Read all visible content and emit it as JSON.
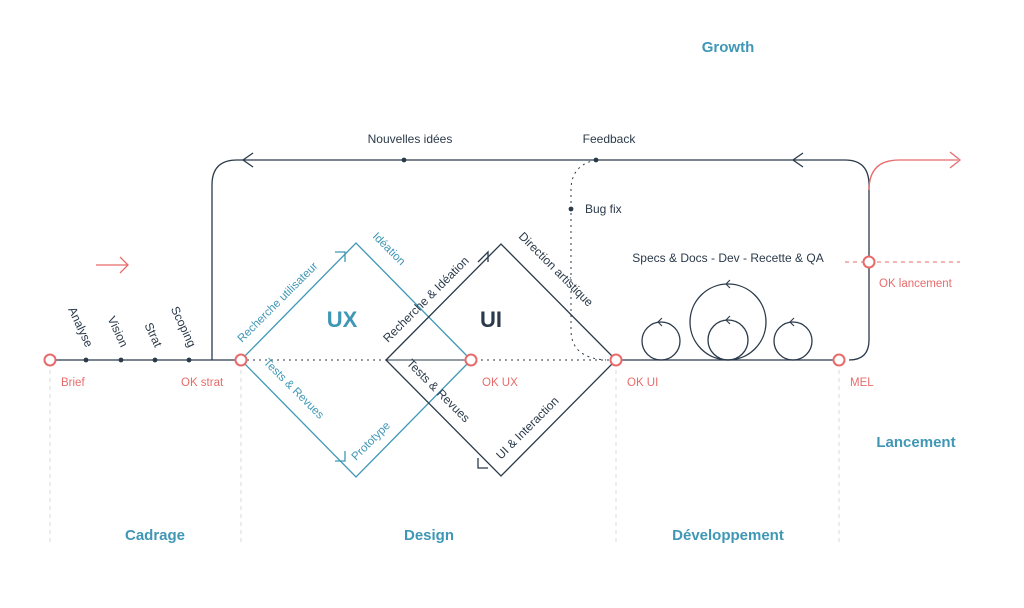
{
  "phases": {
    "cadrage": "Cadrage",
    "design": "Design",
    "developpement": "Développement",
    "lancement": "Lancement",
    "growth": "Growth"
  },
  "milestones": {
    "brief": "Brief",
    "ok_strat": "OK strat",
    "ok_ux": "OK UX",
    "ok_ui": "OK UI",
    "mel": "MEL",
    "ok_lancement": "OK lancement"
  },
  "cadrage_steps": [
    "Analyse",
    "Vision",
    "Strat",
    "Scoping"
  ],
  "ux": {
    "title": "UX",
    "recherche": "Recherche utilisateur",
    "ideation": "Idéation",
    "tests": "Tests & Revues",
    "prototype": "Prototype"
  },
  "ui": {
    "title": "UI",
    "recherche": "Recherche & Idéation",
    "direction": "Direction artistique",
    "tests": "Tests & Revues",
    "interaction": "UI & Interaction"
  },
  "loop": {
    "nouvelles_idees": "Nouvelles idées",
    "feedback": "Feedback",
    "bug_fix": "Bug fix",
    "specs": "Specs & Docs - Dev - Recette & QA"
  },
  "colors": {
    "dark": "#2b3a4a",
    "teal": "#3f97b5",
    "red": "#e86b6b",
    "grid": "#d8d8d8"
  }
}
